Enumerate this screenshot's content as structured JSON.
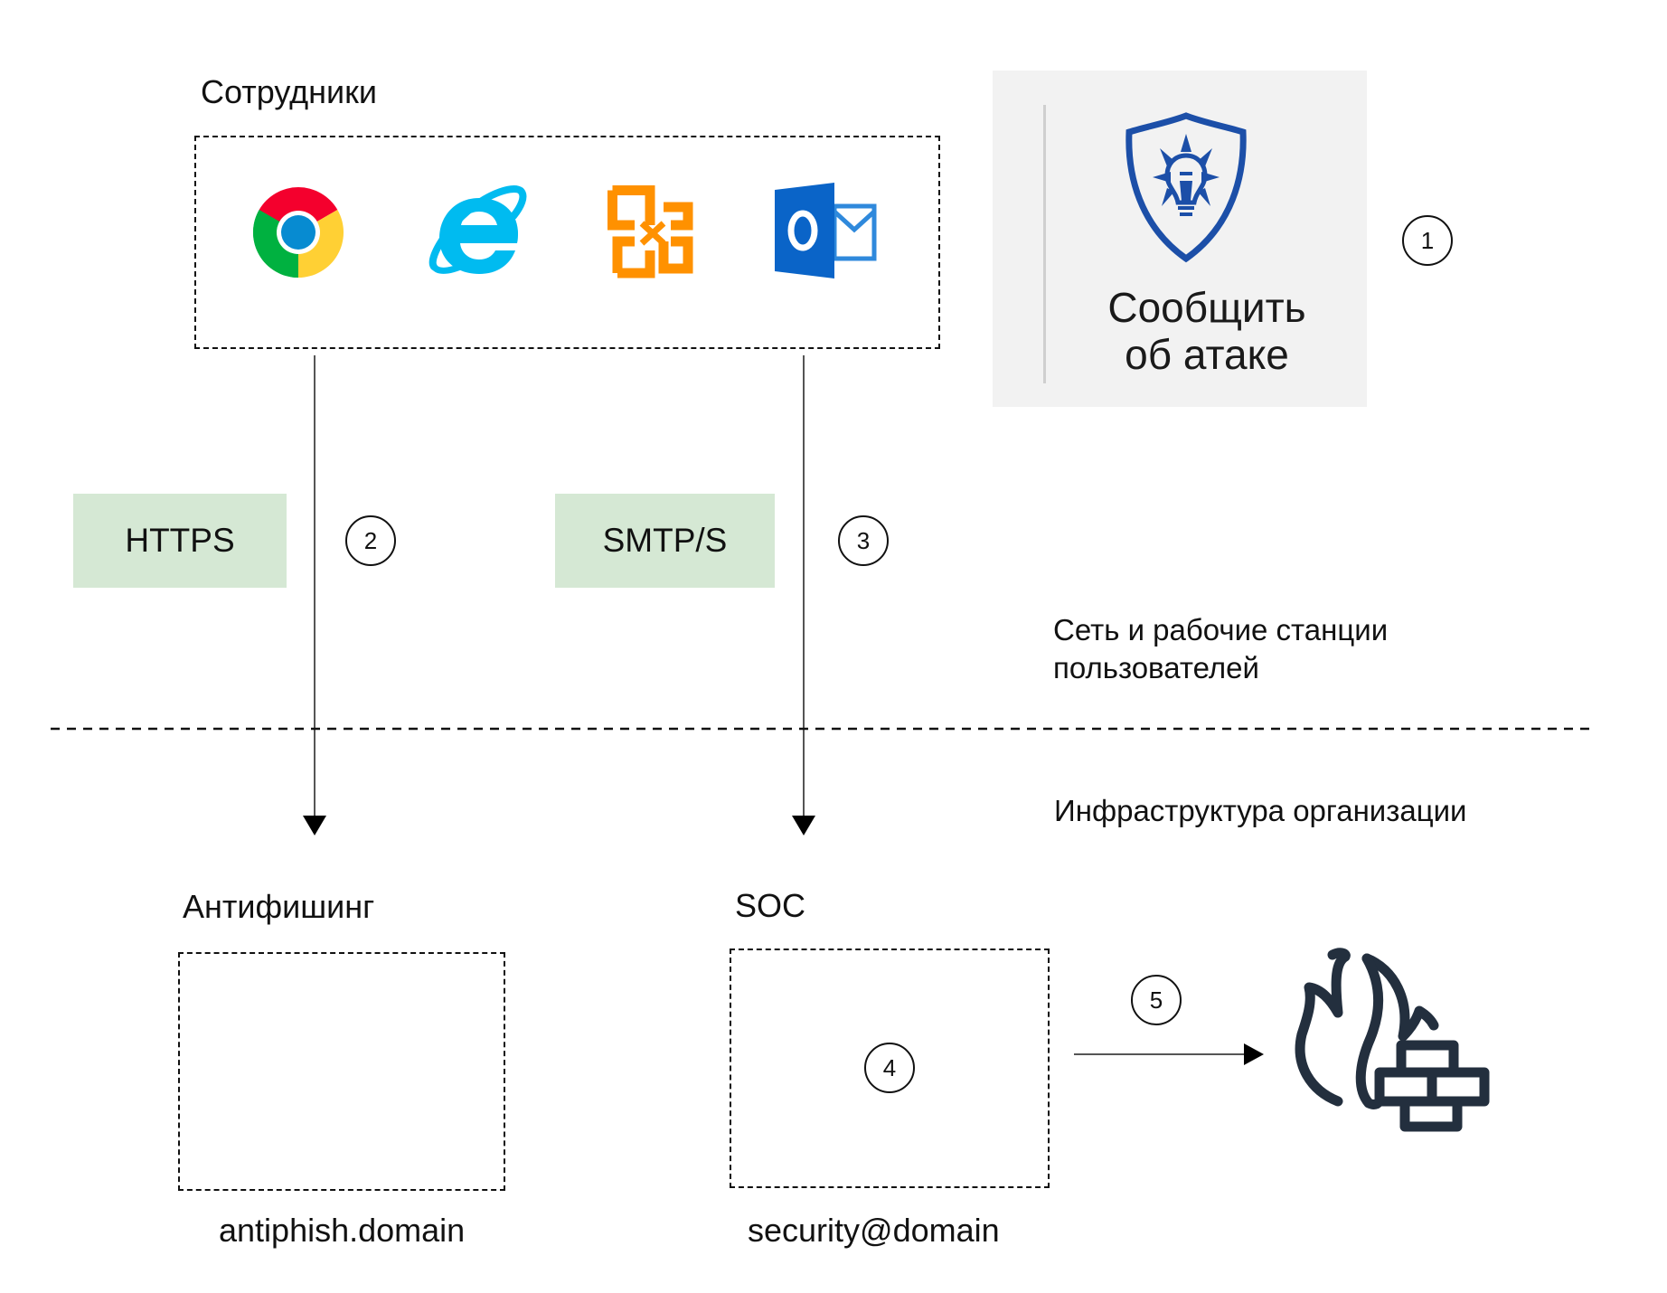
{
  "diagram": {
    "employees_group": {
      "title": "Сотрудники",
      "apps": [
        {
          "name": "Google Chrome",
          "icon": "chrome-icon"
        },
        {
          "name": "Internet Explorer",
          "icon": "internet-explorer-icon"
        },
        {
          "name": "Microsoft Office",
          "icon": "office-icon"
        },
        {
          "name": "Microsoft Outlook",
          "icon": "outlook-icon"
        }
      ]
    },
    "report_button": {
      "label_line1": "Сообщить",
      "label_line2": "об атаке",
      "icon": "shield-lightbulb-icon",
      "accent_color": "#1c4fa8"
    },
    "steps": [
      "1",
      "2",
      "3",
      "4",
      "5"
    ],
    "protocols": {
      "https": "HTTPS",
      "smtps": "SMTP/S",
      "fill_color": "#d5e8d4"
    },
    "zones": {
      "user_zone_line1": "Сеть и рабочие станции",
      "user_zone_line2": "пользователей",
      "org_zone": "Инфраструктура организации"
    },
    "antiphishing": {
      "title": "Антифишинг",
      "address": "antiphish.domain"
    },
    "soc": {
      "title": "SOC",
      "address": "security@domain"
    },
    "firewall": {
      "icon": "firewall-icon",
      "color": "#232f3e"
    }
  }
}
